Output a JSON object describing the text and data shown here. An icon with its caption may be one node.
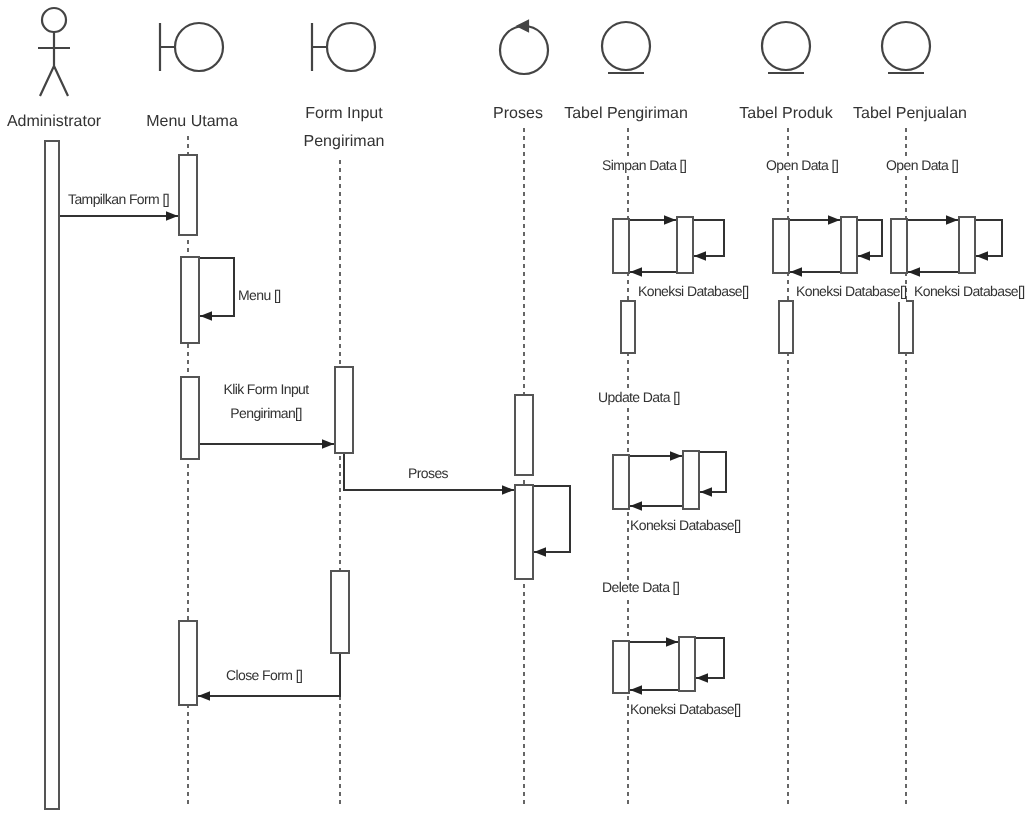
{
  "diagram": {
    "nodes": [
      {
        "text": [
          "Administrator"
        ]
      },
      {
        "text": [
          "Menu Utama"
        ]
      },
      {
        "text": [
          "Form Input Pengiriman"
        ]
      },
      {
        "text": [
          "Proses"
        ]
      },
      {
        "text": [
          "Tabel Pengiriman"
        ]
      },
      {
        "text": [
          "Tabel Produk"
        ]
      },
      {
        "text": [
          "Tabel Penjualan"
        ]
      },
      {
        "text": [],
        "shape": "bar"
      },
      {
        "text": [],
        "shape": "bar"
      },
      {
        "text": [],
        "shape": "bar"
      },
      {
        "text": [],
        "shape": "bar"
      },
      {
        "text": [],
        "shape": "bar"
      },
      {
        "text": [],
        "shape": "bar"
      },
      {
        "text": [],
        "shape": "bar"
      },
      {
        "text": [],
        "shape": "bar"
      },
      {
        "text": [],
        "shape": "bar"
      },
      {
        "text": [],
        "shape": "bar"
      },
      {
        "text": [],
        "shape": "bar"
      },
      {
        "text": [],
        "shape": "bar"
      },
      {
        "text": [],
        "shape": "bar"
      },
      {
        "text": [],
        "shape": "bar"
      },
      {
        "text": [],
        "shape": "bar"
      },
      {
        "text": [],
        "shape": "bar"
      },
      {
        "text": [],
        "shape": "bar"
      },
      {
        "text": [],
        "shape": "bar"
      },
      {
        "text": [],
        "shape": "bar"
      },
      {
        "text": [],
        "shape": "bar"
      },
      {
        "text": [],
        "shape": "bar"
      },
      {
        "text": [],
        "shape": "bar"
      }
    ],
    "edges": [
      {
        "from": 7,
        "to": 8,
        "arrow": "to",
        "label": "Tampilkan Form []"
      },
      {
        "from": 9,
        "to": 9,
        "arrow": "to",
        "label": "Menu []"
      },
      {
        "from": 10,
        "to": 12,
        "arrow": "to",
        "label": "Klik Form Input Pengiriman[]"
      },
      {
        "from": 12,
        "to": 15,
        "arrow": "to",
        "label": "Proses"
      },
      {
        "from": 15,
        "to": 15,
        "arrow": "to"
      },
      {
        "from": 13,
        "to": 11,
        "arrow": "to",
        "label": "Close Form []"
      },
      {
        "from": 16,
        "to": 17,
        "arrow": "to",
        "label": "Simpan Data []"
      },
      {
        "from": 17,
        "to": 17,
        "arrow": "to"
      },
      {
        "from": 17,
        "to": 16,
        "arrow": "to",
        "label": "Koneksi Database[]"
      },
      {
        "from": 19,
        "to": 20,
        "arrow": "to",
        "label": "Update Data []"
      },
      {
        "from": 20,
        "to": 20,
        "arrow": "to"
      },
      {
        "from": 20,
        "to": 19,
        "arrow": "to",
        "label": "Koneksi Database[]"
      },
      {
        "from": 21,
        "to": 22,
        "arrow": "to",
        "label": "Delete Data []"
      },
      {
        "from": 22,
        "to": 22,
        "arrow": "to"
      },
      {
        "from": 22,
        "to": 21,
        "arrow": "to",
        "label": "Koneksi Database[]"
      },
      {
        "from": 23,
        "to": 24,
        "arrow": "to",
        "label": "Open Data []"
      },
      {
        "from": 24,
        "to": 24,
        "arrow": "to"
      },
      {
        "from": 24,
        "to": 23,
        "arrow": "to",
        "label": "Koneksi Database[]"
      },
      {
        "from": 26,
        "to": 27,
        "arrow": "to",
        "label": "Open Data []"
      },
      {
        "from": 27,
        "to": 27,
        "arrow": "to"
      },
      {
        "from": 27,
        "to": 26,
        "arrow": "to",
        "label": "Koneksi Database[]"
      }
    ]
  }
}
